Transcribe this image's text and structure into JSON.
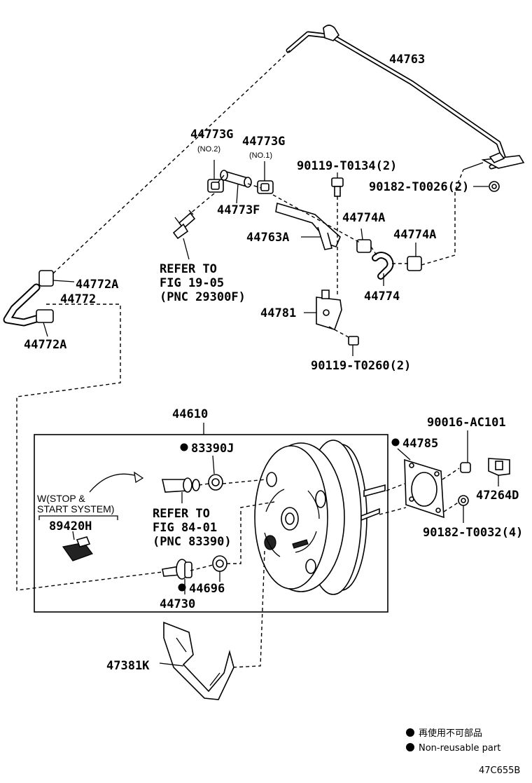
{
  "labels": {
    "p44763": "44763",
    "p44773g_no2": "44773G",
    "p44773g_no2_sub": "(NO.2)",
    "p44773g_no1": "44773G",
    "p44773g_no1_sub": "(NO.1)",
    "p90119_t0134": "90119-T0134(2)",
    "p90182_t0026": "90182-T0026(2)",
    "p44773f": "44773F",
    "p44763a": "44763A",
    "p44774a_1": "44774A",
    "p44774a_2": "44774A",
    "p44774": "44774",
    "p44772a_1": "44772A",
    "p44772": "44772",
    "p44772a_2": "44772A",
    "p44781": "44781",
    "p90119_t0260": "90119-T0260(2)",
    "p44610": "44610",
    "p83390j": "83390J",
    "p44785": "44785",
    "p90016_ac101": "90016-AC101",
    "p47264d": "47264D",
    "p90182_t0032": "90182-T0032(4)",
    "p89420h": "89420H",
    "p44696": "44696",
    "p44730": "44730",
    "p47381k": "47381K"
  },
  "references": {
    "fig1905_l1": "REFER TO",
    "fig1905_l2": "FIG 19-05",
    "fig1905_l3": "(PNC 29300F)",
    "fig8401_l1": "REFER TO",
    "fig8401_l2": "FIG 84-01",
    "fig8401_l3": "(PNC 83390)"
  },
  "notes": {
    "stop_start_l1": "W(STOP &",
    "stop_start_l2": "START SYSTEM)"
  },
  "legend": {
    "non_reusable_jp": "再使用不可部品",
    "non_reusable_en": "Non-reusable part"
  },
  "diagram_code": "47C655B"
}
